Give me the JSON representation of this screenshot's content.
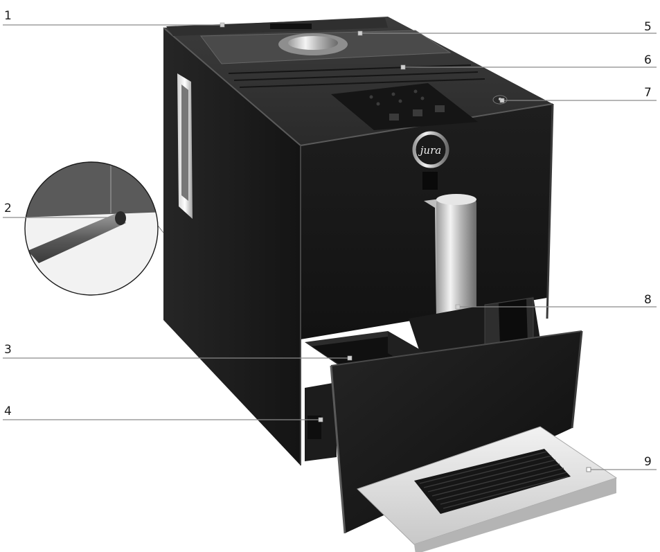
{
  "brand": {
    "logo_text": "jura",
    "body_color": "#1b1b1b",
    "chrome_color": "#d8d8d8",
    "tray_color": "#e9e9e9"
  },
  "callouts": [
    {
      "id": "1",
      "label": "1"
    },
    {
      "id": "2",
      "label": "2"
    },
    {
      "id": "3",
      "label": "3"
    },
    {
      "id": "4",
      "label": "4"
    },
    {
      "id": "5",
      "label": "5"
    },
    {
      "id": "6",
      "label": "6"
    },
    {
      "id": "7",
      "label": "7"
    },
    {
      "id": "8",
      "label": "8"
    },
    {
      "id": "9",
      "label": "9"
    }
  ]
}
